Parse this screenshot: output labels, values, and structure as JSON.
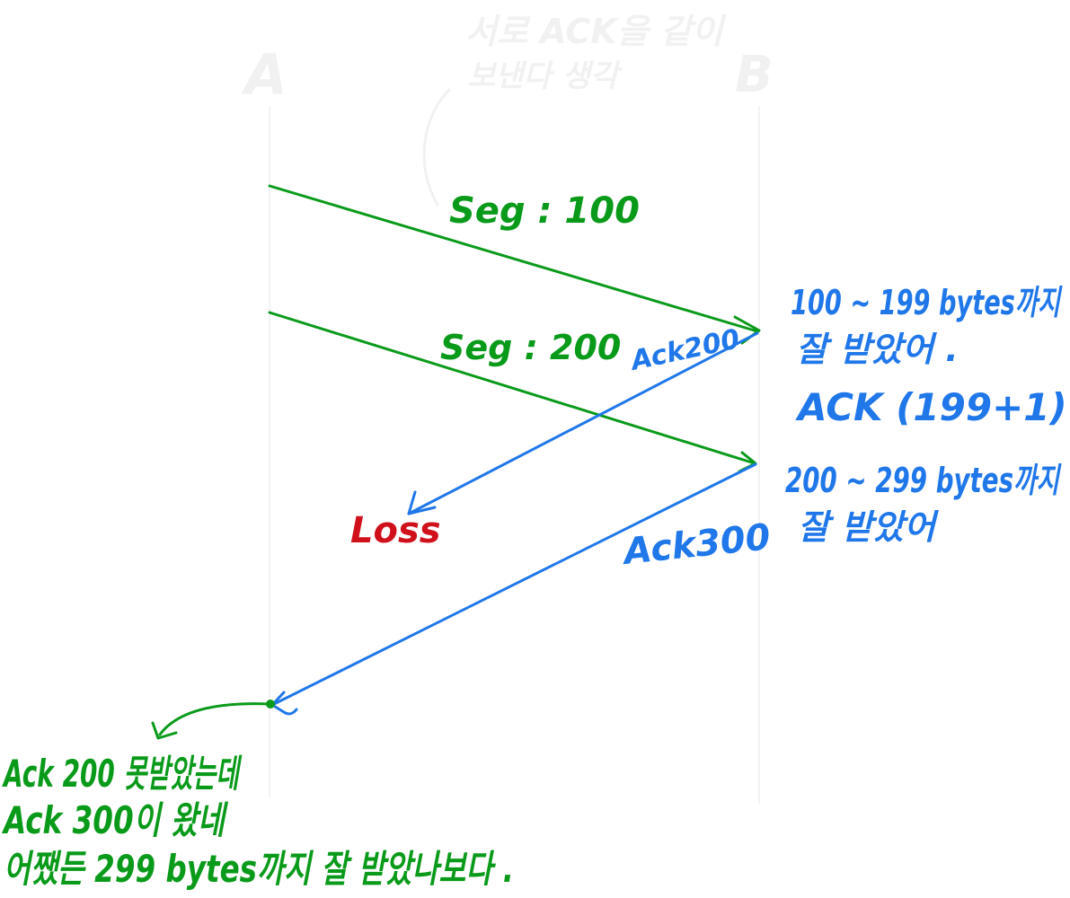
{
  "colors": {
    "faint": "#f1f1f1",
    "lifeline": "#f3f3f3",
    "green": "#0a9a1a",
    "blue": "#1f77ea",
    "red": "#d0101a"
  },
  "nodes": {
    "a": "A",
    "b": "B"
  },
  "top_note": {
    "line1": "서로 ACK을 같이",
    "line2": "보낸다 생각"
  },
  "messages": {
    "seg100": "Seg : 100",
    "seg200": "Seg : 200",
    "ack200": "Ack200",
    "ack300": "Ack300",
    "loss": "Loss"
  },
  "b_notes": {
    "first": [
      "100 ~ 199 bytes까지",
      "잘 받았어 .",
      "ACK (199+1)"
    ],
    "second": [
      "200 ~ 299 bytes까지",
      "잘 받았어"
    ]
  },
  "a_note": {
    "line1": "Ack 200 못받았는데",
    "line2": "Ack 300이 왔네",
    "line3": "어쨌든 299 bytes까지 잘 받았나보다 ."
  }
}
